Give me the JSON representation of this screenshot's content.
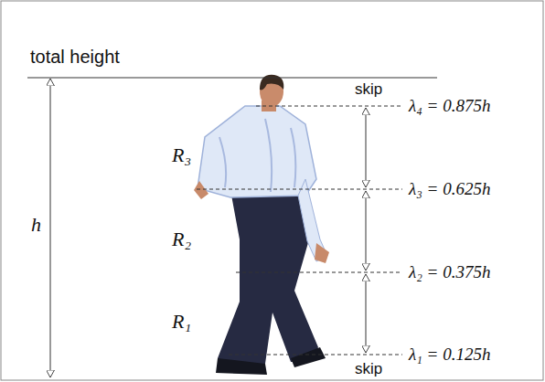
{
  "diagram": {
    "labels": [
      "total height",
      "skip",
      "λ₄ = 0.875h",
      "R₃",
      "h",
      "λ₃ = 0.625h",
      "R₂",
      "λ₂ = 0.375h",
      "R₁",
      "skip",
      "λ₁ = 0.125h"
    ]
  }
}
